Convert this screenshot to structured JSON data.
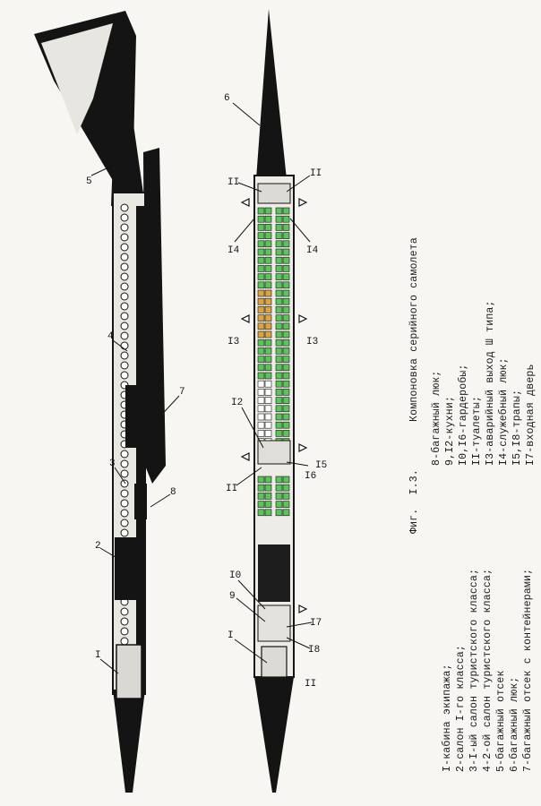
{
  "figure": {
    "label": "Фиг.",
    "number": "I.3.",
    "title": "Компоновка серийного самолета"
  },
  "legend_left": [
    "I-кабина экипажа;",
    "2-салон I-го класса;",
    "3-I-ый салон туристского класса;",
    "4-2-ой салон туристского класса;",
    "5-багажный отсек",
    "6-багажный люк;",
    "7-багажный отсек с контейнерами;"
  ],
  "legend_right": [
    "8-багажный люк;",
    "9,I2-кухни;",
    "I0,I6-гардеробы;",
    "II-туалеты;",
    "I3-аварийный выход Ш типа;",
    "I4-служебный люк;",
    "I5,I8-трапы;",
    "I7-входная дверь"
  ],
  "callouts_side": {
    "c1": "I",
    "c2": "2",
    "c3": "3",
    "c4": "4",
    "c5": "5",
    "c7": "7",
    "c8": "8"
  },
  "callouts_plan": {
    "c6": "6",
    "c11a": "II",
    "c11b": "II",
    "c14a": "I4",
    "c14b": "I4",
    "c13a": "I3",
    "c13b": "I3",
    "c12": "I2",
    "c11c": "II",
    "c16": "I6",
    "c15": "I5",
    "c10": "I0",
    "c9": "9",
    "c17": "I7",
    "c18": "I8",
    "c1": "I",
    "c11d": "II"
  },
  "colors": {
    "ink": "#141414",
    "seat_green": "#5cc25c",
    "seat_orange": "#d9a441",
    "paper": "#f7f6f2"
  }
}
